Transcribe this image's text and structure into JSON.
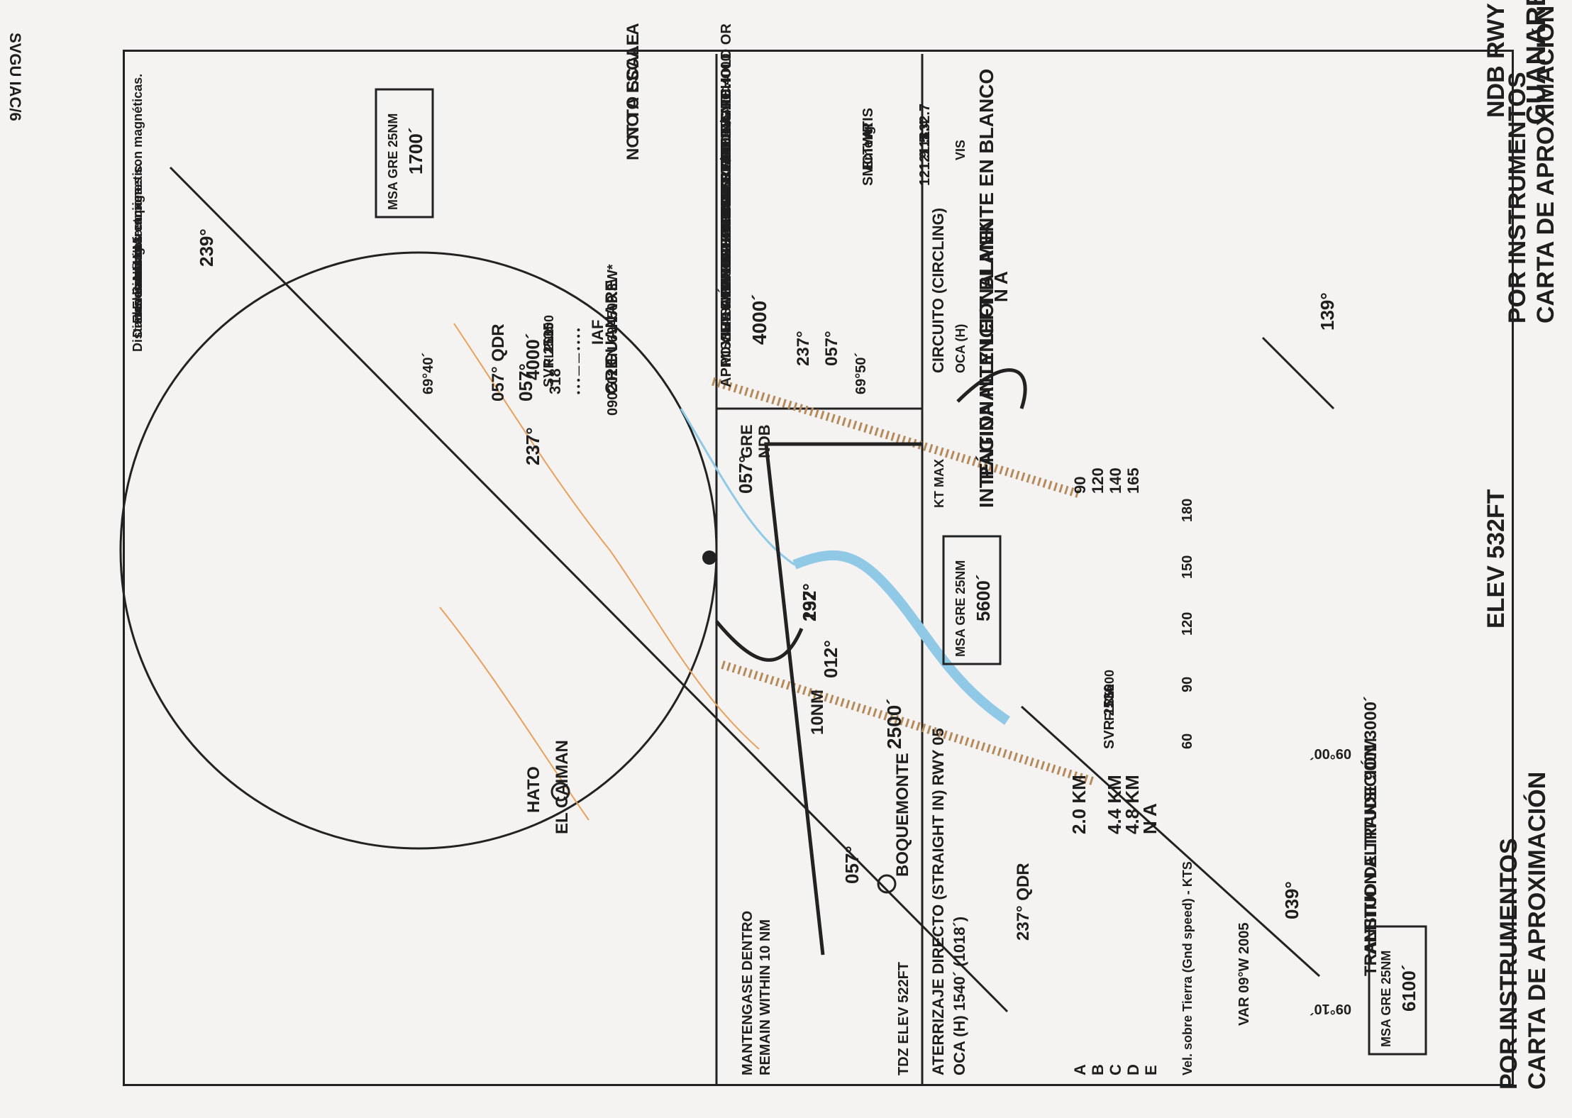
{
  "header": {
    "title_es": "CARTA DE APROXIMACIÓN",
    "title_en": "POR INSTRUMENTOS",
    "elev": "ELEV 532FT",
    "procedure": "NDB RWY 05",
    "airport": "GUANARE",
    "chart_id": "SVGU IAC/6"
  },
  "frequencies": [
    {
      "name": "ATIS",
      "value": "132.7"
    },
    {
      "name": "TWR",
      "value": "118.4"
    },
    {
      "name": "Emerg",
      "value": "121.5"
    },
    {
      "name": "SMC",
      "value": "121.9"
    }
  ],
  "notes": [
    "Las marcaciones son magnéticas.",
    "Bearing are magnetic.",
    "Elevaciones en pies.",
    "Elevations in feet.",
    "Distancia en NM.",
    "Distance in NM."
  ],
  "msa": [
    {
      "label": "MSA GRE 25NM",
      "value": "6100´"
    },
    {
      "label": "MSA GRE 25NM",
      "value": "5600´"
    },
    {
      "label": "MSA GRE 25NM",
      "value": "1700´"
    }
  ],
  "not_to_scale": [
    "NO A ESCALA",
    "NOT TO SCALE"
  ],
  "variation": "VAR 09°W 2005",
  "lat_labels": [
    "09°10´",
    "09°00´"
  ],
  "lon_labels": [
    "69°50´",
    "69°40´"
  ],
  "waypoints": {
    "boquemonte": "BOQUEMONTE",
    "hato": "HATO",
    "el_caiman": "EL CAIMAN",
    "iaf": "IAF",
    "ndb_name": "GUANARE",
    "ndb_ident": "GRE",
    "ndb_morse": "• • • — — •  • • •",
    "ndb_freq": "318",
    "ndb_coords": "090202.1N 694509.3W*"
  },
  "airways": [
    {
      "name": "SVR 2536",
      "fl_top": "FL350",
      "fl_bottom": "FL200"
    },
    {
      "name": "SVR 2535",
      "fl_top": "FL290",
      "fl_bottom": "FL100"
    }
  ],
  "bearings": {
    "b139": "139°",
    "b239": "239°",
    "b039": "039°",
    "qdr057": "057° QDR",
    "qdr237": "237° QDR",
    "c057a": "057°",
    "c057b": "057°",
    "c237": "237°",
    "alt4000": "4000´",
    "c192": "192°",
    "c012": "012°",
    "nm10": "10NM"
  },
  "watermark": [
    "PÁGINA INTENCIONALMENTE EN BLANCO",
    "INTENTIONALLY LEFT BLANK"
  ],
  "transition": [
    "ALTITUD DE TRANSICIÓN 3000´",
    "TRANSITION ALTITUDE  900M"
  ],
  "profile": {
    "remain": [
      "MANTENGASE DENTRO",
      "REMAIN WITHIN  10 NM"
    ],
    "ndb": [
      "GRE",
      "NDB"
    ],
    "alt2500": "2500´",
    "alt4000": "4000´",
    "c237": "237°",
    "c057": "057°",
    "arrow237": "237°",
    "arrow057": "057°",
    "tdz": "TDZ ELEV 522FT"
  },
  "missed": {
    "title_es": "APROXIMACIÓN FRUSTRADA",
    "title_en": "MISSED APPROACH",
    "lines": [
      "VIRE   A   LA   DERECHA   EN",
      "ASCENSO A 4000 PIES A NDB/GRE",
      "PARA   ESPERA   O   SIGA",
      "INSTRUCCIONES DEL ATC.",
      "RIGHT  TURN  CLIMBING  TO  4000",
      "FEET  TO GRE/NDB AND HOLD OR",
      "AS DIRECTED BY ATC."
    ]
  },
  "minima": {
    "straight_title": "ATERRIZAJE DIRECTO (STRAIGHT IN)  RWY 05",
    "straight_oca": "OCA (H)   1540´  (1018´)",
    "circling_title": "CIRCUITO  (CIRCLING)",
    "circ_oca": "OCA (H)",
    "circ_vis": "VIS",
    "circ_value": "N A",
    "kt_header": "KT MAX",
    "categories": [
      {
        "cat": "A",
        "vis": "2.0 KM",
        "kt": "90"
      },
      {
        "cat": "B",
        "vis": "",
        "kt": "120"
      },
      {
        "cat": "C",
        "vis": "4.4 KM",
        "kt": "140"
      },
      {
        "cat": "D",
        "vis": "4.8 KM",
        "kt": "165"
      },
      {
        "cat": "E",
        "vis": "N A",
        "kt": ""
      }
    ],
    "speed_label": "Vel. sobre Tierra (Gnd speed) - KTS",
    "speeds": [
      "60",
      "90",
      "120",
      "150",
      "180"
    ]
  }
}
